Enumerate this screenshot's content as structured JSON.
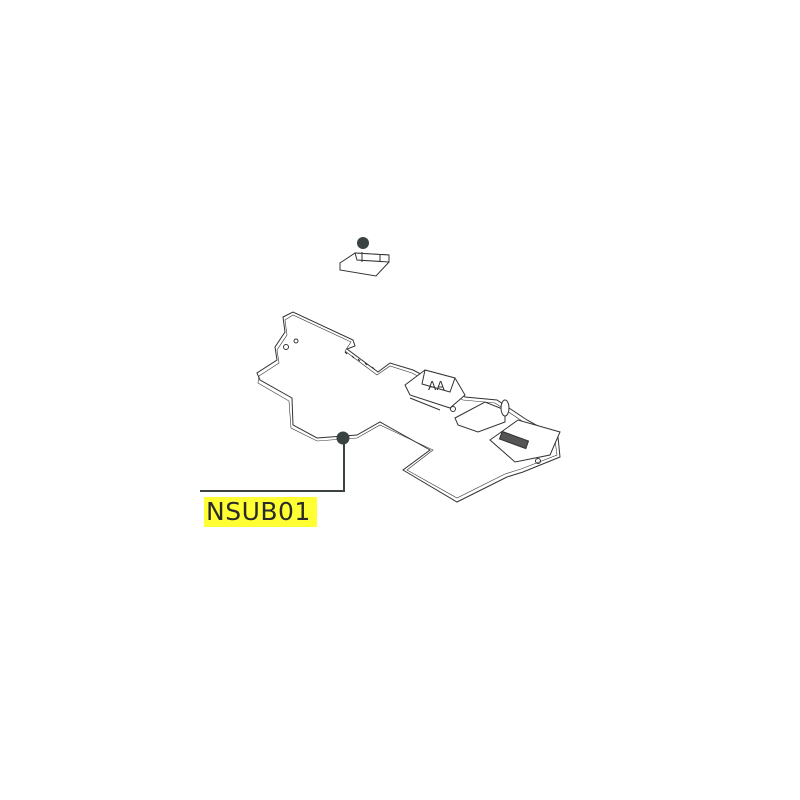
{
  "diagram": {
    "parts": [
      {
        "id": "cable",
        "label": null
      },
      {
        "id": "sub-board",
        "label": "NSUB01"
      }
    ],
    "callout": {
      "label": "NSUB01",
      "highlight_color": "#ffff33"
    },
    "colors": {
      "line": "#333333",
      "callout": "#3a4242",
      "highlight": "#ffff33"
    }
  }
}
